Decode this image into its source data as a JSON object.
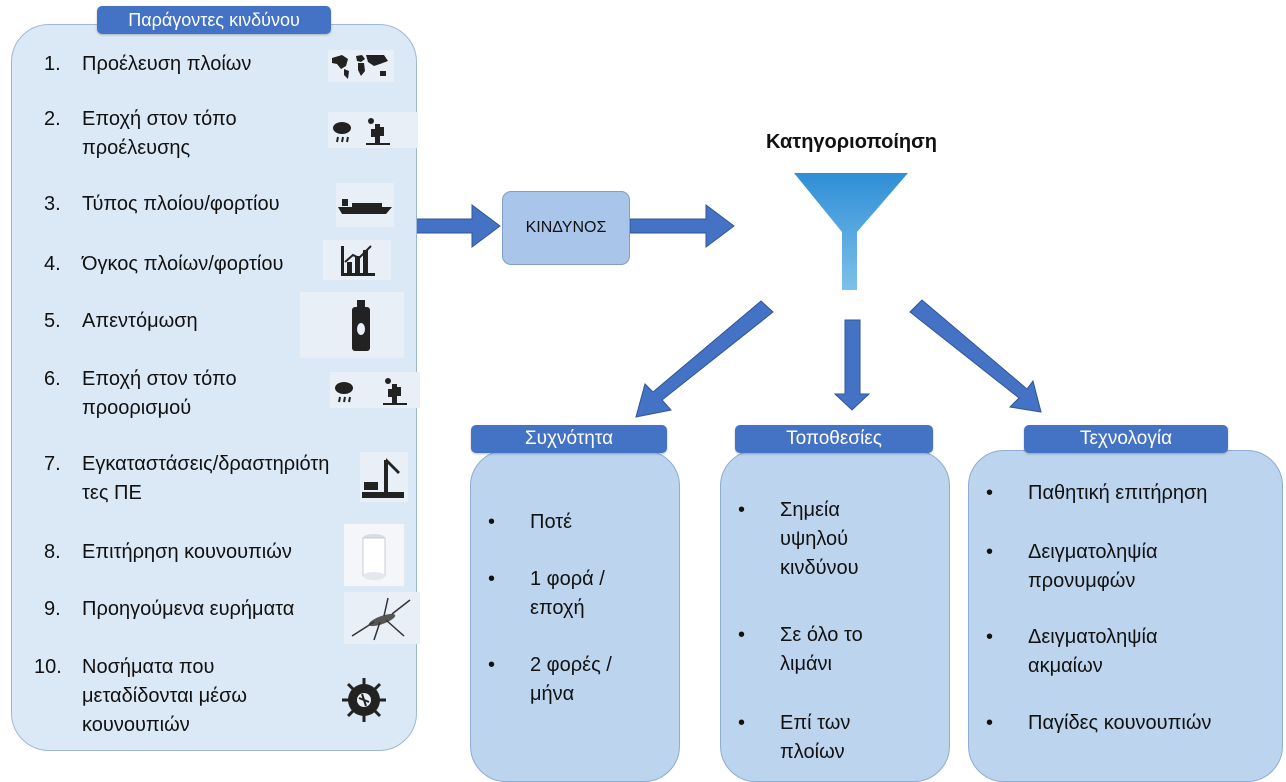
{
  "left_panel": {
    "title": "Παράγοντες κινδύνου",
    "factors": [
      {
        "num": "1.",
        "lines": [
          "Προέλευση πλοίων"
        ],
        "icon": "world-map-icon"
      },
      {
        "num": "2.",
        "lines": [
          "Εποχή στον τόπο",
          "προέλευσης"
        ],
        "icon": "rain-desert-icon"
      },
      {
        "num": "3.",
        "lines": [
          "Τύπος πλοίου/φορτίου"
        ],
        "icon": "cargo-ship-icon"
      },
      {
        "num": "4.",
        "lines": [
          "Όγκος πλοίων/φορτίου"
        ],
        "icon": "bar-chart-icon"
      },
      {
        "num": "5.",
        "lines": [
          "Απεντόμωση"
        ],
        "icon": "insecticide-spray-icon"
      },
      {
        "num": "6.",
        "lines": [
          "Εποχή στον τόπο",
          "προορισμού"
        ],
        "icon": "rain-desert-icon"
      },
      {
        "num": "7.",
        "lines": [
          "Εγκαταστάσεις/δραστηριότη",
          "τες ΠΕ"
        ],
        "icon": "port-crane-icon"
      },
      {
        "num": "8.",
        "lines": [
          "Επιτήρηση κουνουπιών"
        ],
        "icon": "mosquito-trap-icon"
      },
      {
        "num": "9.",
        "lines": [
          "Προηγούμενα ευρήματα"
        ],
        "icon": "mosquito-icon"
      },
      {
        "num": "10.",
        "lines": [
          "Νοσήματα που",
          "μεταδίδονται μέσω",
          "κουνουπιών"
        ],
        "icon": "virus-icon"
      }
    ]
  },
  "risk_box": {
    "label": "ΚΙΝΔΥΝΟΣ"
  },
  "categorization": {
    "title": "Κατηγοριοποίηση"
  },
  "columns": [
    {
      "title": "Συχνότητα",
      "items": [
        [
          "Ποτέ"
        ],
        [
          "1 φορά /",
          "εποχή"
        ],
        [
          "2 φορές /",
          "μήνα"
        ]
      ]
    },
    {
      "title": "Τοποθεσίες",
      "items": [
        [
          "Σημεία",
          "υψηλού",
          "κινδύνου"
        ],
        [
          "Σε όλο το",
          "λιμάνι"
        ],
        [
          "Επί των",
          "πλοίων"
        ]
      ]
    },
    {
      "title": "Τεχνολογία",
      "items": [
        [
          "Παθητική επιτήρηση"
        ],
        [
          "Δειγματοληψία",
          "προνυμφών"
        ],
        [
          "Δειγματοληψία",
          "ακμαίων"
        ],
        [
          "Παγίδες κουνουπιών"
        ]
      ]
    }
  ],
  "colors": {
    "accent": "#4472c4",
    "panel_light": "#dbe8f6",
    "panel_mid": "#bdd4ee",
    "funnel": "#4aa3df"
  }
}
